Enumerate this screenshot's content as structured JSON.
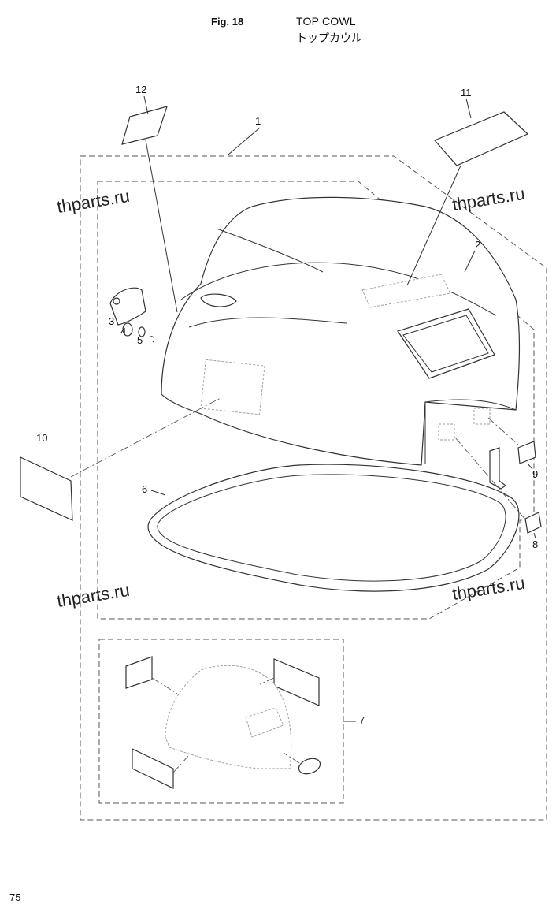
{
  "header": {
    "figure": "Fig. 18",
    "title": "TOP COWL",
    "title_jp": "トップカウル"
  },
  "watermarks": [
    "thparts.ru",
    "thparts.ru",
    "thparts.ru",
    "thparts.ru"
  ],
  "callouts": [
    "1",
    "2",
    "3",
    "4",
    "5",
    "6",
    "7",
    "8",
    "9",
    "10",
    "11",
    "12"
  ],
  "page_number": "75"
}
